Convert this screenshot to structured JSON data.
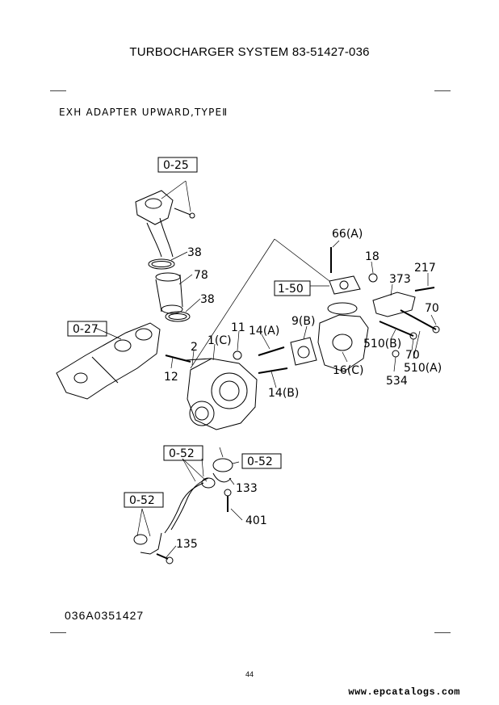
{
  "header": {
    "title": "TURBOCHARGER SYSTEM  83-51427-036"
  },
  "section": {
    "subtitle": "EXH ADAPTER UPWARD,TYPEⅡ"
  },
  "callouts": [
    {
      "id": "c025a",
      "text": "0-25",
      "boxed": true
    },
    {
      "id": "c38a",
      "text": "38",
      "boxed": false
    },
    {
      "id": "c78",
      "text": "78",
      "boxed": false
    },
    {
      "id": "c38b",
      "text": "38",
      "boxed": false
    },
    {
      "id": "c027",
      "text": "0-27",
      "boxed": true
    },
    {
      "id": "c2",
      "text": "2",
      "boxed": false
    },
    {
      "id": "c12",
      "text": "12",
      "boxed": false
    },
    {
      "id": "c1c",
      "text": "1(C)",
      "boxed": false
    },
    {
      "id": "c11",
      "text": "11",
      "boxed": false
    },
    {
      "id": "c14a",
      "text": "14(A)",
      "boxed": false
    },
    {
      "id": "c14b",
      "text": "14(B)",
      "boxed": false
    },
    {
      "id": "c66a",
      "text": "66(A)",
      "boxed": false
    },
    {
      "id": "c18",
      "text": "18",
      "boxed": false
    },
    {
      "id": "c150",
      "text": "1-50",
      "boxed": true
    },
    {
      "id": "c9b",
      "text": "9(B)",
      "boxed": false
    },
    {
      "id": "c373",
      "text": "373",
      "boxed": false
    },
    {
      "id": "c217",
      "text": "217",
      "boxed": false
    },
    {
      "id": "c70a",
      "text": "70",
      "boxed": false
    },
    {
      "id": "c70b",
      "text": "70",
      "boxed": false
    },
    {
      "id": "c510b",
      "text": "510(B)",
      "boxed": false
    },
    {
      "id": "c510a",
      "text": "510(A)",
      "boxed": false
    },
    {
      "id": "c16c",
      "text": "16(C)",
      "boxed": false
    },
    {
      "id": "c534",
      "text": "534",
      "boxed": false
    },
    {
      "id": "c052a",
      "text": "0-52",
      "boxed": true
    },
    {
      "id": "c052b",
      "text": "0-52",
      "boxed": true
    },
    {
      "id": "c052c",
      "text": "0-52",
      "boxed": true
    },
    {
      "id": "c133",
      "text": "133",
      "boxed": false
    },
    {
      "id": "c401",
      "text": "401",
      "boxed": false
    },
    {
      "id": "c135",
      "text": "135",
      "boxed": false
    }
  ],
  "footer": {
    "doc_code": "036A0351427",
    "page_number": "44",
    "website": "www.epcatalogs.com"
  }
}
